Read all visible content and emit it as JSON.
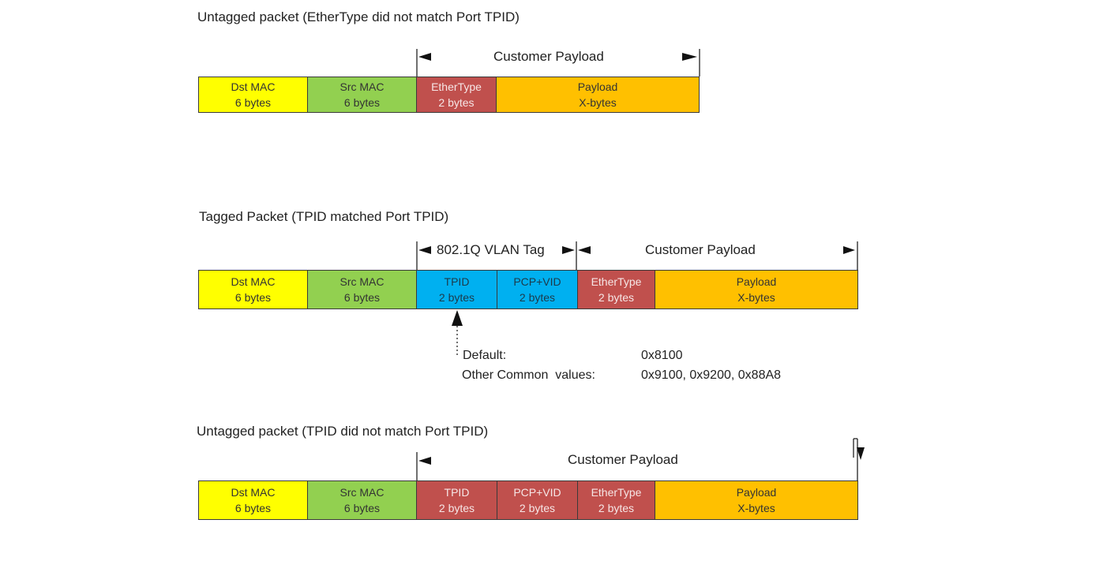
{
  "diagram1": {
    "title": "Untagged packet (EtherType did not match Port TPID)",
    "header": "Customer Payload",
    "fields": [
      {
        "name": "Dst MAC",
        "size": "6 bytes"
      },
      {
        "name": "Src MAC",
        "size": "6 bytes"
      },
      {
        "name": "EtherType",
        "size": "2 bytes"
      },
      {
        "name": "Payload",
        "size": "X-bytes"
      }
    ]
  },
  "diagram2": {
    "title": "Tagged Packet (TPID matched Port TPID)",
    "tag_header": "802.1Q VLAN Tag",
    "payload_header": "Customer Payload",
    "fields": [
      {
        "name": "Dst MAC",
        "size": "6 bytes"
      },
      {
        "name": "Src MAC",
        "size": "6 bytes"
      },
      {
        "name": "TPID",
        "size": "2 bytes"
      },
      {
        "name": "PCP+VID",
        "size": "2 bytes"
      },
      {
        "name": "EtherType",
        "size": "2 bytes"
      },
      {
        "name": "Payload",
        "size": "X-bytes"
      }
    ],
    "note": {
      "default_label": "Default:",
      "default_value": "0x8100",
      "other_label": "Other Common  values:",
      "other_value": "0x9100, 0x9200, 0x88A8"
    }
  },
  "diagram3": {
    "title": "Untagged packet (TPID did not match Port TPID)",
    "header": "Customer Payload",
    "fields": [
      {
        "name": "Dst MAC",
        "size": "6 bytes"
      },
      {
        "name": "Src MAC",
        "size": "6 bytes"
      },
      {
        "name": "TPID",
        "size": "2 bytes"
      },
      {
        "name": "PCP+VID",
        "size": "2 bytes"
      },
      {
        "name": "EtherType",
        "size": "2 bytes"
      },
      {
        "name": "Payload",
        "size": "X-bytes"
      }
    ]
  },
  "colors": {
    "dst_mac": "#ffff00",
    "src_mac": "#92d050",
    "ethertype": "#c0504d",
    "payload": "#ffc000",
    "vlan_tag": "#00b0f0"
  }
}
